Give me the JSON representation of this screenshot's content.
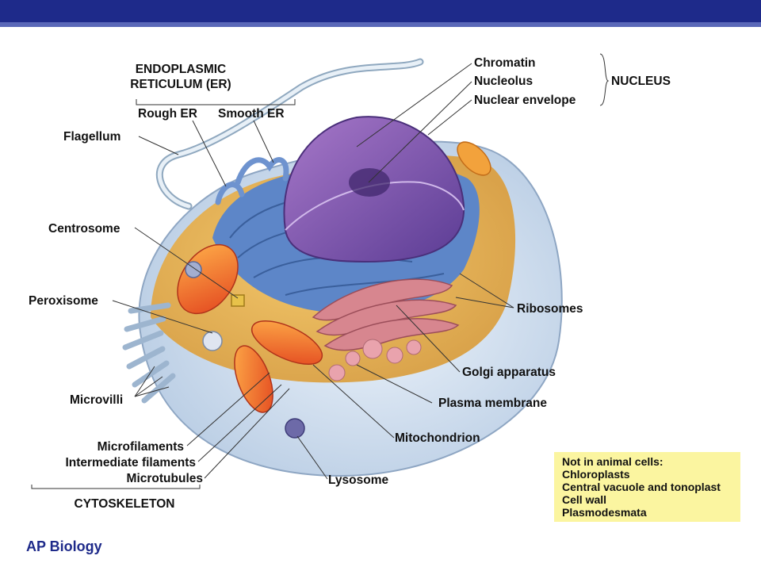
{
  "diagram": {
    "er_group": {
      "line1": "ENDOPLASMIC",
      "line2": "RETICULUM (ER)",
      "rough": "Rough ER",
      "smooth": "Smooth ER"
    },
    "nucleus_group": {
      "title": "NUCLEUS",
      "items": [
        "Chromatin",
        "Nucleolus",
        "Nuclear envelope"
      ]
    },
    "left_labels": [
      "Flagellum",
      "Centrosome",
      "Peroxisome",
      "Microvilli"
    ],
    "cytoskeleton": {
      "title": "CYTOSKELETON",
      "items": [
        "Microfilaments",
        "Intermediate filaments",
        "Microtubules"
      ]
    },
    "right_labels": [
      "Ribosomes",
      "Golgi apparatus",
      "Plasma membrane",
      "Mitochondrion",
      "Lysosome"
    ]
  },
  "note": {
    "heading": "Not in animal cells:",
    "items": [
      "Chloroplasts",
      "Central vacuole and tonoplast",
      "Cell wall",
      "Plasmodesmata"
    ]
  },
  "footer": {
    "course": "AP Biology"
  },
  "colors": {
    "header_band": "#1e2a8a",
    "note_background": "#fbf5a0",
    "footer_text": "#1e2a8a"
  }
}
